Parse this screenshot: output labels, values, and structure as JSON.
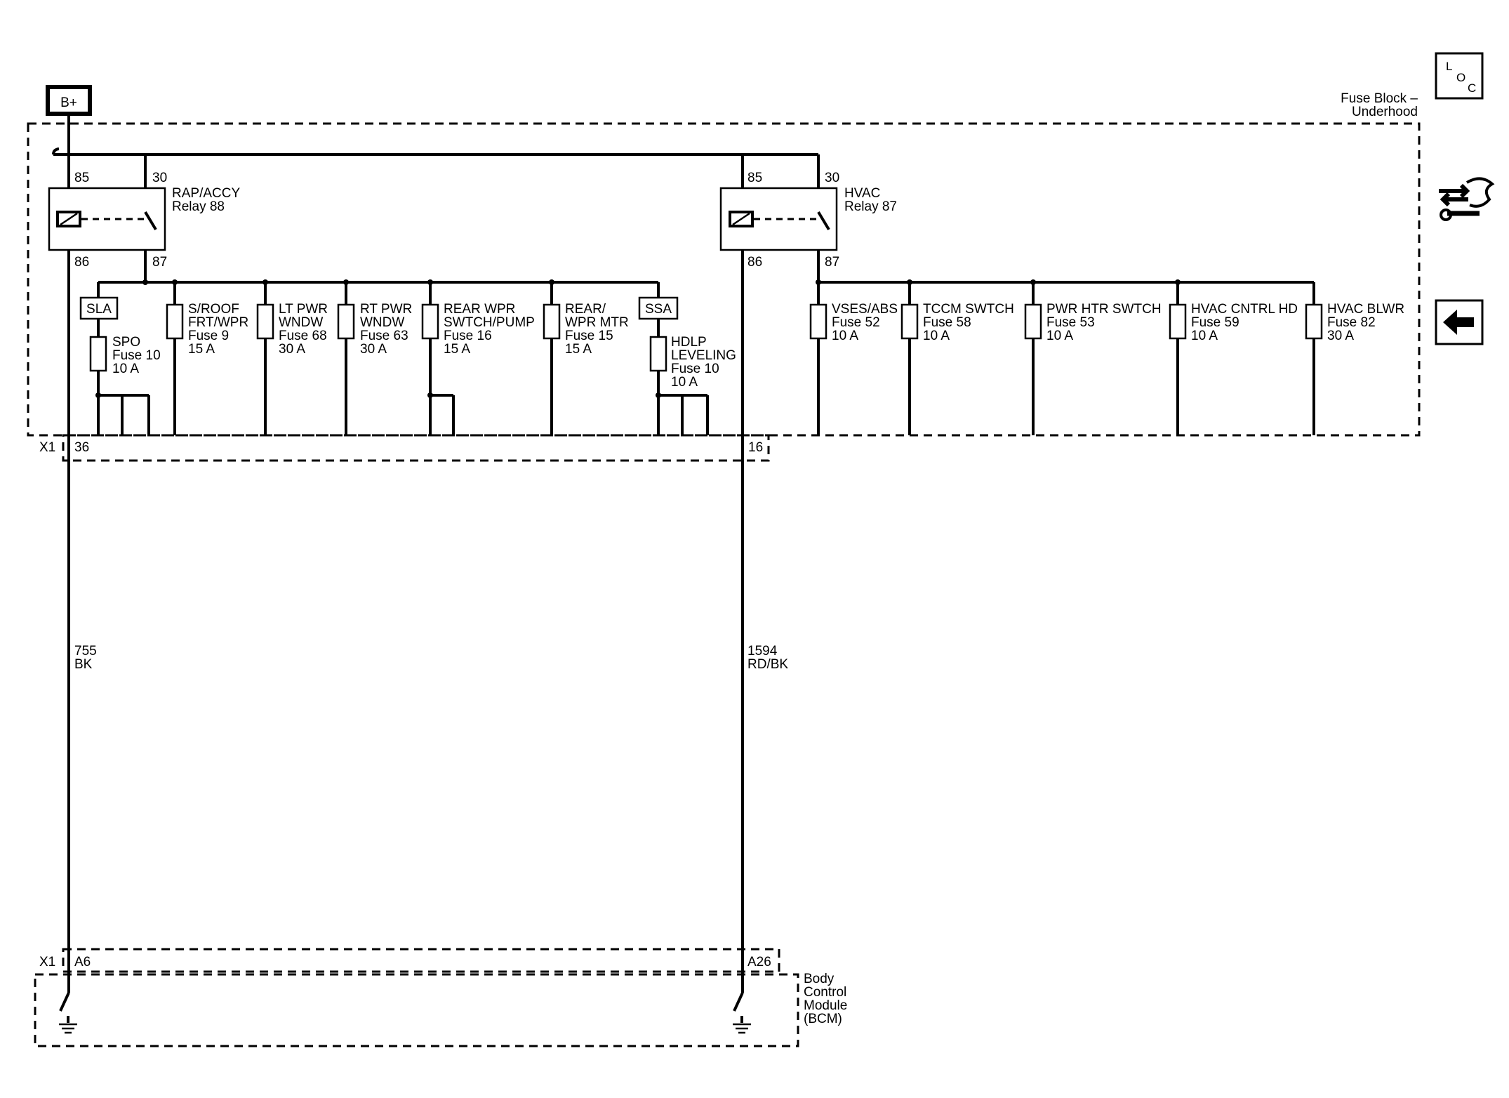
{
  "power_source": "B+",
  "fuse_block": {
    "title_line1": "Fuse Block –",
    "title_line2": "Underhood",
    "connector": "X1",
    "pin_left": "36",
    "pin_right": "16"
  },
  "relays": [
    {
      "name_line1": "RAP/ACCY",
      "name_line2": "Relay 88",
      "pin_85": "85",
      "pin_30": "30",
      "pin_86": "86",
      "pin_87": "87"
    },
    {
      "name_line1": "HVAC",
      "name_line2": "Relay 87",
      "pin_85": "85",
      "pin_30": "30",
      "pin_86": "86",
      "pin_87": "87"
    }
  ],
  "splices": {
    "left": "SLA",
    "right": "SSA"
  },
  "fuses_left": [
    {
      "lines": [
        "SPO",
        "Fuse 10",
        "10 A"
      ]
    },
    {
      "lines": [
        "S/ROOF",
        "FRT/WPR",
        "Fuse 9",
        "15 A"
      ]
    },
    {
      "lines": [
        "LT PWR",
        "WNDW",
        "Fuse 68",
        "30 A"
      ]
    },
    {
      "lines": [
        "RT PWR",
        "WNDW",
        "Fuse 63",
        "30 A"
      ]
    },
    {
      "lines": [
        "REAR WPR",
        "SWTCH/PUMP",
        "Fuse 16",
        "15 A"
      ]
    },
    {
      "lines": [
        "REAR/",
        "WPR MTR",
        "Fuse 15",
        "15 A"
      ]
    },
    {
      "lines": [
        "HDLP",
        "LEVELING",
        "Fuse 10",
        "10 A"
      ]
    }
  ],
  "fuses_right": [
    {
      "lines": [
        "VSES/ABS",
        "Fuse 52",
        "10 A"
      ]
    },
    {
      "lines": [
        "TCCM SWTCH",
        "Fuse 58",
        "10 A"
      ]
    },
    {
      "lines": [
        "PWR HTR SWTCH",
        "Fuse 53",
        "10 A"
      ]
    },
    {
      "lines": [
        "HVAC CNTRL HD",
        "Fuse 59",
        "10 A"
      ]
    },
    {
      "lines": [
        "HVAC BLWR",
        "Fuse 82",
        "30 A"
      ]
    }
  ],
  "wires": [
    {
      "circuit": "755",
      "color": "BK"
    },
    {
      "circuit": "1594",
      "color": "RD/BK"
    }
  ],
  "bcm": {
    "connector": "X1",
    "pin_left": "A6",
    "pin_right": "A26",
    "name_lines": [
      "Body",
      "Control",
      "Module",
      "(BCM)"
    ]
  },
  "side_icons": {
    "loc_l": "L",
    "loc_o": "O",
    "loc_c": "C"
  }
}
